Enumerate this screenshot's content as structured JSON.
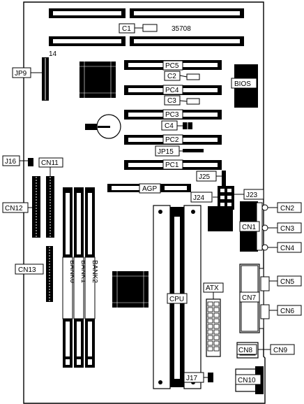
{
  "labels": {
    "c1": "C1",
    "board_number": "35708",
    "jp9_pin": "14",
    "jp9": "JP9",
    "pc5": "PC5",
    "c2": "C2",
    "bios": "BIOS",
    "pc4": "PC4",
    "c3": "C3",
    "pc3": "PC3",
    "c4": "C4",
    "pc2": "PC2",
    "jp15": "JP15",
    "pc1": "PC1",
    "j16": "J16",
    "cn11": "CN11",
    "j25": "J25",
    "agp": "AGP",
    "j23": "J23",
    "j24": "J24",
    "cn2": "CN2",
    "cn12": "CN12",
    "cn1": "CN1",
    "cn3": "CN3",
    "cn4": "CN4",
    "cn13": "CN13",
    "cn5": "CN5",
    "bank0": "BANK0",
    "bank1": "BANK1",
    "bank2": "BANK2",
    "cn7": "CN7",
    "atx": "ATX",
    "cpu": "CPU",
    "cn6": "CN6",
    "cn8": "CN8",
    "cn9": "CN9",
    "j17": "J17",
    "cn10": "CN10"
  }
}
